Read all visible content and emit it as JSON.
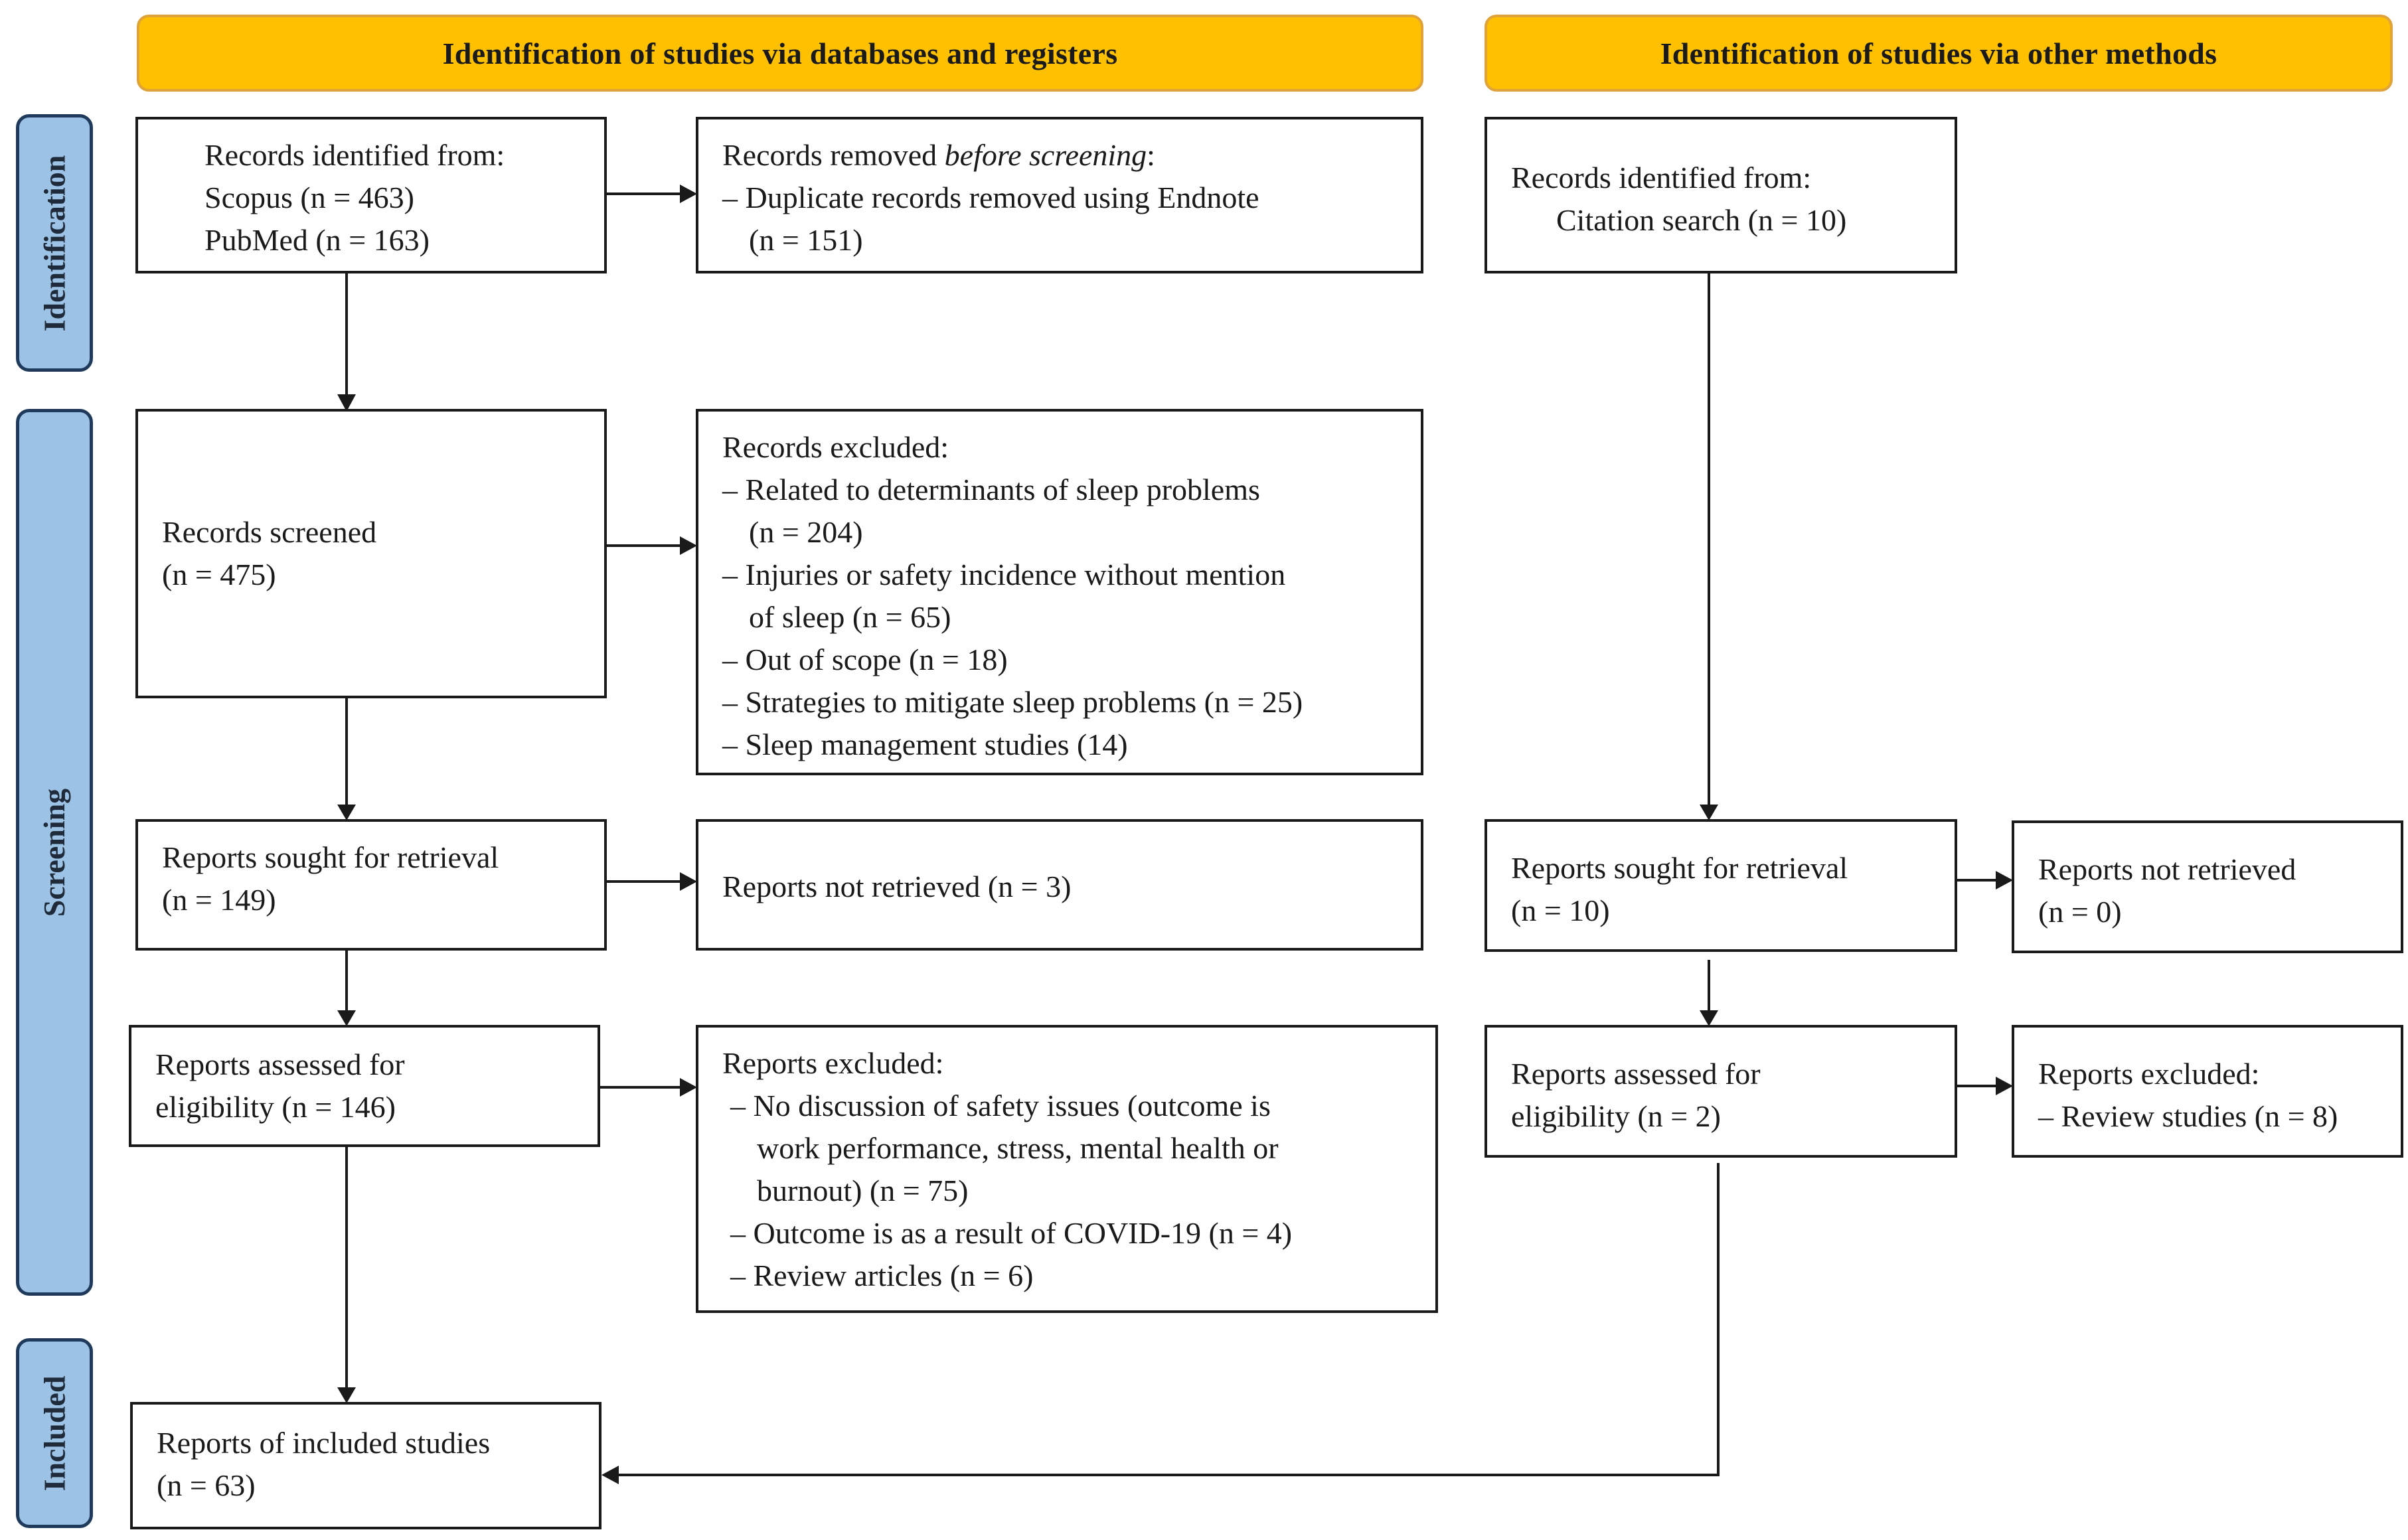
{
  "headers": {
    "databases": "Identification of studies via databases and registers",
    "other": "Identification of studies via other methods"
  },
  "phases": {
    "identification": "Identification",
    "screening": "Screening",
    "included": "Included"
  },
  "left": {
    "identified": {
      "title": "Records identified from:",
      "line1": "Scopus (n = 463)",
      "line2": "PubMed (n = 163)"
    },
    "removed": {
      "title_a": "Records removed ",
      "title_em": "before screening",
      "title_b": ":",
      "item1": "Duplicate records removed  using Endnote",
      "item1_cont": "(n = 151)"
    },
    "screened": {
      "title": "Records screened",
      "count": "(n = 475)"
    },
    "excluded": {
      "title": "Records excluded:",
      "item1": "Related to determinants of sleep problems",
      "item1_cont": "(n = 204)",
      "item2": "Injuries or safety incidence without mention",
      "item2_cont": "of sleep (n = 65)",
      "item3": "Out of scope (n = 18)",
      "item4": "Strategies to mitigate sleep problems (n = 25)",
      "item5": "Sleep management studies (14)"
    },
    "sought": {
      "title": "Reports sought for retrieval",
      "count": "(n = 149)"
    },
    "not_retrieved": {
      "text": "Reports not retrieved (n = 3)"
    },
    "assessed": {
      "title": "Reports assessed for",
      "count": "eligibility (n = 146)"
    },
    "reports_excluded": {
      "title": "Reports excluded:",
      "item1": "No discussion of safety issues (outcome is",
      "item1_cont1": "work performance, stress, mental health or",
      "item1_cont2": "burnout) (n = 75)",
      "item2": "Outcome is as a result of COVID-19 (n = 4)",
      "item3": "Review articles (n = 6)"
    },
    "included": {
      "title": "Reports of included studies",
      "count": "(n = 63)"
    }
  },
  "right": {
    "identified": {
      "title": "Records identified from:",
      "line1": "Citation search (n = 10)"
    },
    "sought": {
      "title": "Reports sought for retrieval",
      "count": "(n = 10)"
    },
    "not_retrieved": {
      "title": "Reports not retrieved",
      "count": "(n = 0)"
    },
    "assessed": {
      "title": "Reports assessed for",
      "count": "eligibility (n = 2)"
    },
    "reports_excluded": {
      "title": "Reports excluded:",
      "item1": "Review studies (n = 8)"
    }
  },
  "colors": {
    "header_fill": "#ffc000",
    "phase_fill": "#9cc3e5",
    "phase_border": "#1f3a5a",
    "line": "#1a1a1a"
  }
}
